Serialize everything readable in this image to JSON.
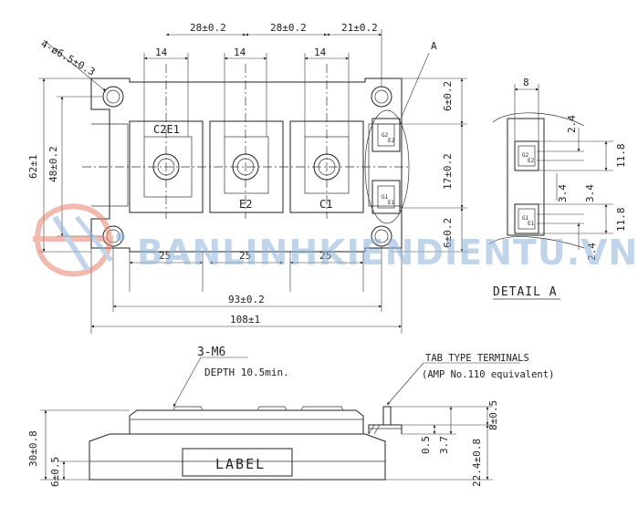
{
  "top_view": {
    "dim_28a": "28±0.2",
    "dim_28b": "28±0.2",
    "dim_21": "21±0.2",
    "dim_14a": "14",
    "dim_14b": "14",
    "dim_14c": "14",
    "holes": "4-ø6.5±0.3",
    "label_a": "A",
    "dim_62": "62±1",
    "dim_48": "48±0.2",
    "dim_6a": "6±0.2",
    "dim_17": "17±0.2",
    "dim_6b": "6±0.2",
    "terminal_c2e1": "C2E1",
    "terminal_e2": "E2",
    "terminal_c1": "C1",
    "dim_25a": "25",
    "dim_25b": "25",
    "dim_25c": "25",
    "dim_93": "93±0.2",
    "dim_108": "108±1",
    "tab_g2": "G2",
    "tab_e2": "E2",
    "tab_g1": "G1",
    "tab_e1": "E1"
  },
  "detail": {
    "dim_8": "8",
    "dim_2_4a": "2.4",
    "dim_11_8a": "11.8",
    "dim_3_4a": "3.4",
    "dim_3_4b": "3.4",
    "dim_11_8b": "11.8",
    "dim_2_4b": "2.4",
    "title": "DETAIL A"
  },
  "side_view": {
    "m6": "3-M6",
    "depth": "DEPTH 10.5min.",
    "tab_terminals": "TAB TYPE TERMINALS",
    "amp": "(AMP No.110 equivalent)",
    "dim_30": "30±0.8",
    "dim_6": "6±0.5",
    "label": "LABEL",
    "dim_0_5": "0.5",
    "dim_3_7": "3.7",
    "dim_8": "8±0.5",
    "dim_22_4": "22.4±0.8"
  },
  "watermark": {
    "text": "BANLINHKIENDIENTU.VN",
    "color_blue": "#8fb4d9",
    "color_red": "#e8836f"
  }
}
